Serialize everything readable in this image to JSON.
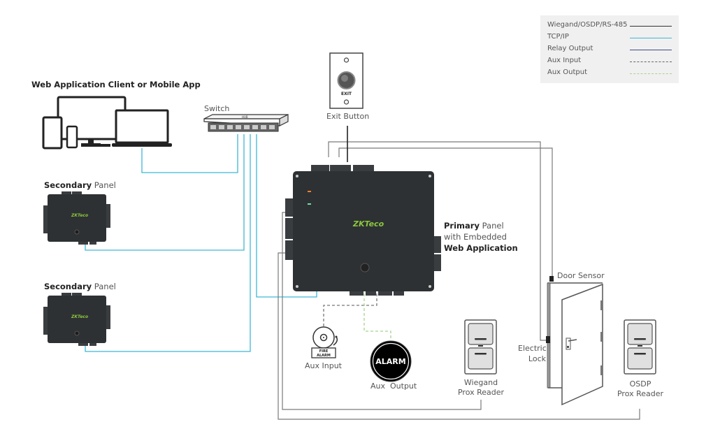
{
  "legend": {
    "items": [
      {
        "label": "Wiegand/OSDP/RS-485",
        "color": "#333333",
        "style": "solid"
      },
      {
        "label": "TCP/IP",
        "color": "#3fb6d6",
        "style": "solid"
      },
      {
        "label": "Relay Output",
        "color": "#3e4d8a",
        "style": "solid"
      },
      {
        "label": "Aux Input",
        "color": "#666666",
        "style": "dashed"
      },
      {
        "label": "Aux Output",
        "color": "#a8d48c",
        "style": "dashed"
      }
    ]
  },
  "clients": {
    "title": "Web Application Client or Mobile App"
  },
  "switch": {
    "label": "Switch",
    "brand": "HUB"
  },
  "exit_button": {
    "label": "Exit Button",
    "face_text": "EXIT"
  },
  "primary_panel": {
    "label_bold": "Primary",
    "label_rest": " Panel",
    "line2": "with Embedded",
    "line3": "Web Application",
    "logo": "ZKTeco"
  },
  "secondary_panels": [
    {
      "label_bold": "Secondary",
      "label_rest": " Panel",
      "logo": "ZKTeco"
    },
    {
      "label_bold": "Secondary",
      "label_rest": " Panel",
      "logo": "ZKTeco"
    }
  ],
  "aux_input": {
    "label": "Aux Input",
    "icon_text_1": "FIRE",
    "icon_text_2": "ALARM"
  },
  "aux_output": {
    "label": "Aux  Output",
    "icon_text": "ALARM"
  },
  "wiegand_reader": {
    "line1": "Wiegand",
    "line2": "Prox Reader"
  },
  "osdp_reader": {
    "line1": "OSDP",
    "line2": "Prox Reader"
  },
  "door": {
    "sensor_label": "Door Sensor",
    "lock_line1": "Electric",
    "lock_line2": "Lock"
  },
  "colors": {
    "tcp": "#3fb6d6",
    "wire": "#777777",
    "panel": "#2e3133"
  }
}
